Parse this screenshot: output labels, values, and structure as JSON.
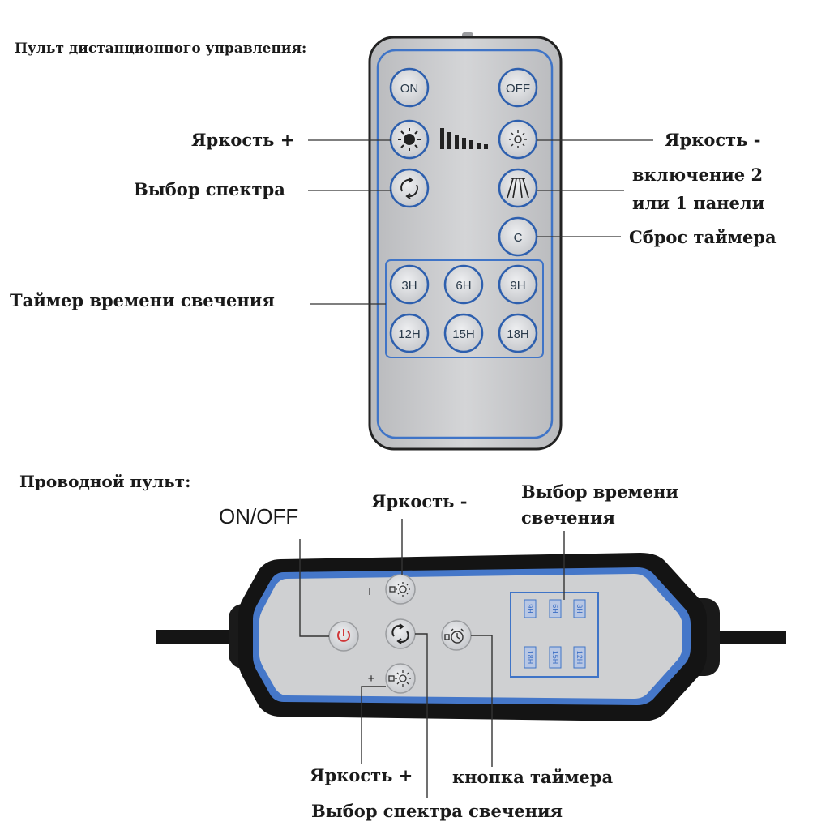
{
  "remote": {
    "section_title": "Пульт дистанционного управления:",
    "buttons": {
      "on": "ON",
      "off": "OFF",
      "reset": "C",
      "timers": [
        "3H",
        "6H",
        "9H",
        "12H",
        "15H",
        "18H"
      ]
    },
    "labels": {
      "brightness_plus": "Яркость +",
      "brightness_minus": "Яркость -",
      "spectrum": "Выбор спектра",
      "panels_line1": "включение 2",
      "panels_line2": "или 1 панели",
      "reset_timer": "Сброс таймера",
      "timer_glow": "Таймер времени свечения"
    }
  },
  "wired": {
    "section_title": "Проводной пульт:",
    "labels": {
      "on_off": "ON/OFF",
      "brightness_minus": "Яркость  -",
      "glow_time_line1": "Выбор времени",
      "glow_time_line2": "свечения",
      "brightness_plus": "Яркость +",
      "timer_button": "кнопка таймера",
      "spectrum": "Выбор спектра свечения"
    },
    "marks": {
      "minus": "I",
      "plus": "+"
    },
    "timer_leds": [
      "9H",
      "6H",
      "3H",
      "18H",
      "15H",
      "12H"
    ]
  },
  "colors": {
    "body_gray": "#c9c9cb",
    "frame_blue": "#3f74c7",
    "button_fill": "#d9dadc",
    "dark_shell": "#141414",
    "power_red": "#d0383a"
  }
}
